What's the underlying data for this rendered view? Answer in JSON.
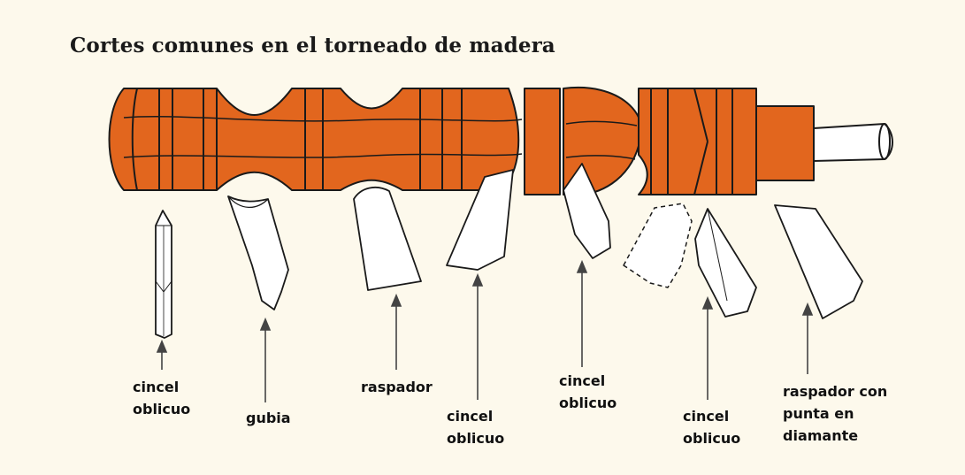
{
  "title": "Cortes comunes en el torneado de madera",
  "colors": {
    "wood": "#e2661e",
    "background": "#fdf9ec",
    "ink": "#1a1a1a"
  },
  "tools": [
    {
      "id": "cincel-oblicuo-1",
      "lines": [
        "cincel",
        "oblicuo"
      ]
    },
    {
      "id": "gubia",
      "lines": [
        "gubia"
      ]
    },
    {
      "id": "raspador",
      "lines": [
        "raspador"
      ]
    },
    {
      "id": "cincel-oblicuo-2",
      "lines": [
        "cincel",
        "oblicuo"
      ]
    },
    {
      "id": "cincel-oblicuo-3",
      "lines": [
        "cincel",
        "oblicuo"
      ]
    },
    {
      "id": "cincel-oblicuo-4",
      "lines": [
        "cincel",
        "oblicuo"
      ]
    },
    {
      "id": "raspador-diamante",
      "lines": [
        "raspador con",
        "punta en",
        "diamante"
      ]
    }
  ]
}
